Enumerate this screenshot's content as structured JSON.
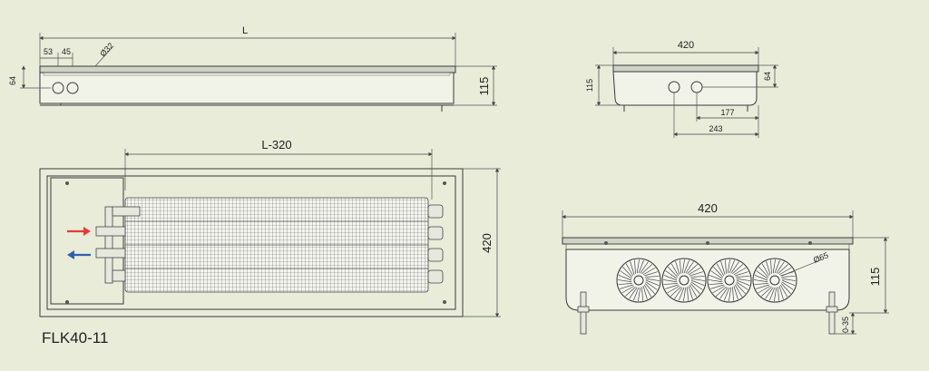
{
  "model": "FLK40-11",
  "colors": {
    "background": "#e8ecd9",
    "line": "#3a3a3a",
    "supply_arrow": "#e23b3b",
    "return_arrow": "#2f5fae"
  },
  "side_view": {
    "length_label": "L",
    "offset_53": "53",
    "offset_45": "45",
    "pipe_diameter": "Ø32",
    "height_64": "64",
    "height_115": "115"
  },
  "end_view": {
    "width_label": "420",
    "height_115": "115",
    "height_64": "64",
    "dist_177": "177",
    "dist_243": "243"
  },
  "top_view": {
    "exchanger_length": "L-320",
    "width_label": "420"
  },
  "fan_view": {
    "width_label": "420",
    "fan_diameter": "Ø65",
    "height_115": "115",
    "leg_range": "0-35",
    "fan_count": 4
  }
}
